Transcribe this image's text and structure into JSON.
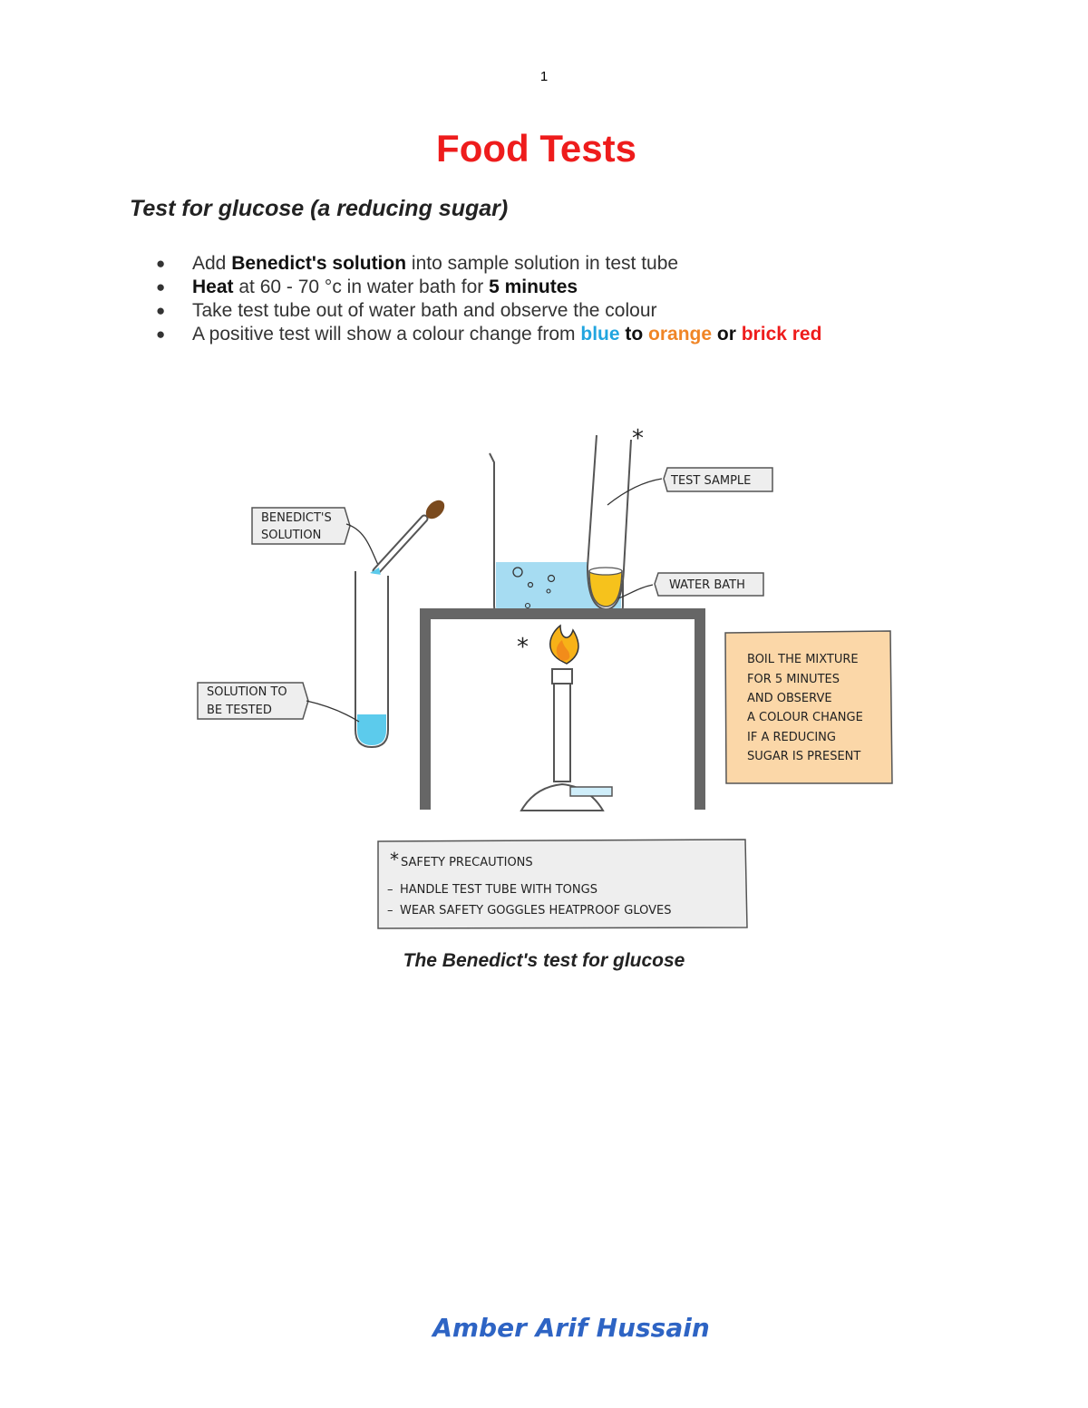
{
  "page": {
    "number": "1"
  },
  "title": "Food Tests",
  "section": {
    "heading": "Test for glucose (a reducing sugar)",
    "steps": [
      {
        "a": "Add ",
        "b": "Benedict's solution",
        "c": " into sample solution in test tube"
      },
      {
        "b1": "Heat",
        "c1": " at 60 - 70 °c in water bath for ",
        "b2": "5 minutes"
      },
      {
        "t": "Take test tube out of water bath and observe the colour"
      },
      {
        "a": "A positive test will show a colour change from ",
        "blue": "blue",
        "to": " to ",
        "orange": "orange",
        "or": " or ",
        "red": "brick red"
      }
    ]
  },
  "diagram": {
    "labels": {
      "benedicts_1": "BENEDICT'S",
      "benedicts_2": "SOLUTION",
      "solution_1": "SOLUTION  TO",
      "solution_2": "BE  TESTED",
      "test_sample": "TEST  SAMPLE",
      "water_bath": "WATER  BATH",
      "star": "*"
    },
    "note": [
      "BOIL  THE  MIXTURE",
      "FOR  5  MINUTES",
      "AND  OBSERVE",
      "A  COLOUR  CHANGE",
      "IF  A  REDUCING",
      "SUGAR  IS  PRESENT"
    ],
    "safety": {
      "title": "SAFETY    PRECAUTIONS",
      "items": [
        "HANDLE   TEST  TUBE  WITH  TONGS",
        "WEAR   SAFETY   GOGGLES  HEATPROOF  GLOVES"
      ]
    },
    "colors": {
      "blue_liquid": "#5ccbec",
      "yellow_liquid": "#f6c21c",
      "note_bg": "#fbd7a8",
      "label_bg": "#eeeeee"
    }
  },
  "caption": "The Benedict's test for glucose",
  "author": "Amber Arif Hussain"
}
